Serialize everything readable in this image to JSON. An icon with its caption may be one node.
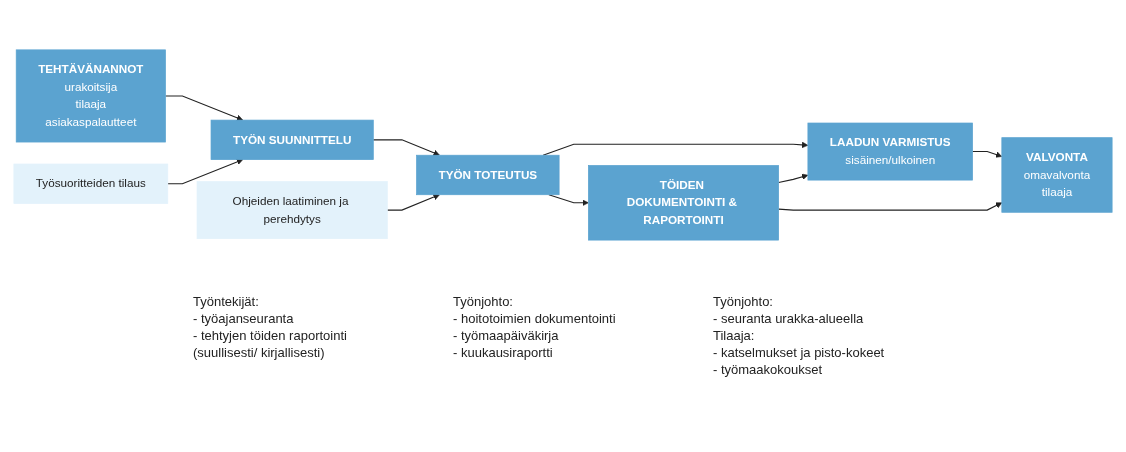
{
  "diagram": {
    "nodes": [
      {
        "text": [
          "TEHTÄVÄNANNOT",
          "urakoitsija",
          "tilaaja",
          "asiakaspalautteet"
        ]
      },
      {
        "text": [
          "Työsuoritteiden tilaus"
        ]
      },
      {
        "text": [
          "TYÖN SUUNNITTELU"
        ]
      },
      {
        "text": [
          "Ohjeiden laatiminen ja perehdytys"
        ]
      },
      {
        "text": [
          "TYÖN TOTEUTUS"
        ],
        "beside": [
          "Työntekijät:",
          "- työajanseuranta",
          "- tehtyjen töiden raportointi (suullisesti/ kirjallisesti)"
        ]
      },
      {
        "text": [
          "LAADUN VARMISTUS",
          "sisäinen/ulkoinen"
        ]
      },
      {
        "text": [
          "TÖIDEN DOKUMENTOINTI & RAPORTOINTI"
        ],
        "beside": [
          "Työnjohto:",
          "- hoitotoimien dokumentointi",
          "- työmaapäiväkirja",
          "- kuukausiraportti"
        ]
      },
      {
        "text": [
          "VALVONTA",
          "omavalvonta",
          "tilaaja"
        ],
        "beside": [
          "Työnjohto:",
          "- seuranta urakka-alueella",
          "Tilaaja:",
          "- katselmukset ja pisto-kokeet",
          "- työmaakokoukset"
        ]
      }
    ],
    "edges": [
      {
        "from": 0,
        "to": 2,
        "arrow": "to"
      },
      {
        "from": 1,
        "to": 2,
        "arrow": "to"
      },
      {
        "from": 2,
        "to": 4,
        "arrow": "to"
      },
      {
        "from": 3,
        "to": 4,
        "arrow": "to"
      },
      {
        "from": 4,
        "to": 5,
        "arrow": "to"
      },
      {
        "from": 4,
        "to": 6,
        "arrow": "to"
      },
      {
        "from": 6,
        "to": 5,
        "arrow": "to"
      },
      {
        "from": 5,
        "to": 7,
        "arrow": "to"
      },
      {
        "from": 6,
        "to": 7,
        "arrow": "to"
      }
    ]
  }
}
